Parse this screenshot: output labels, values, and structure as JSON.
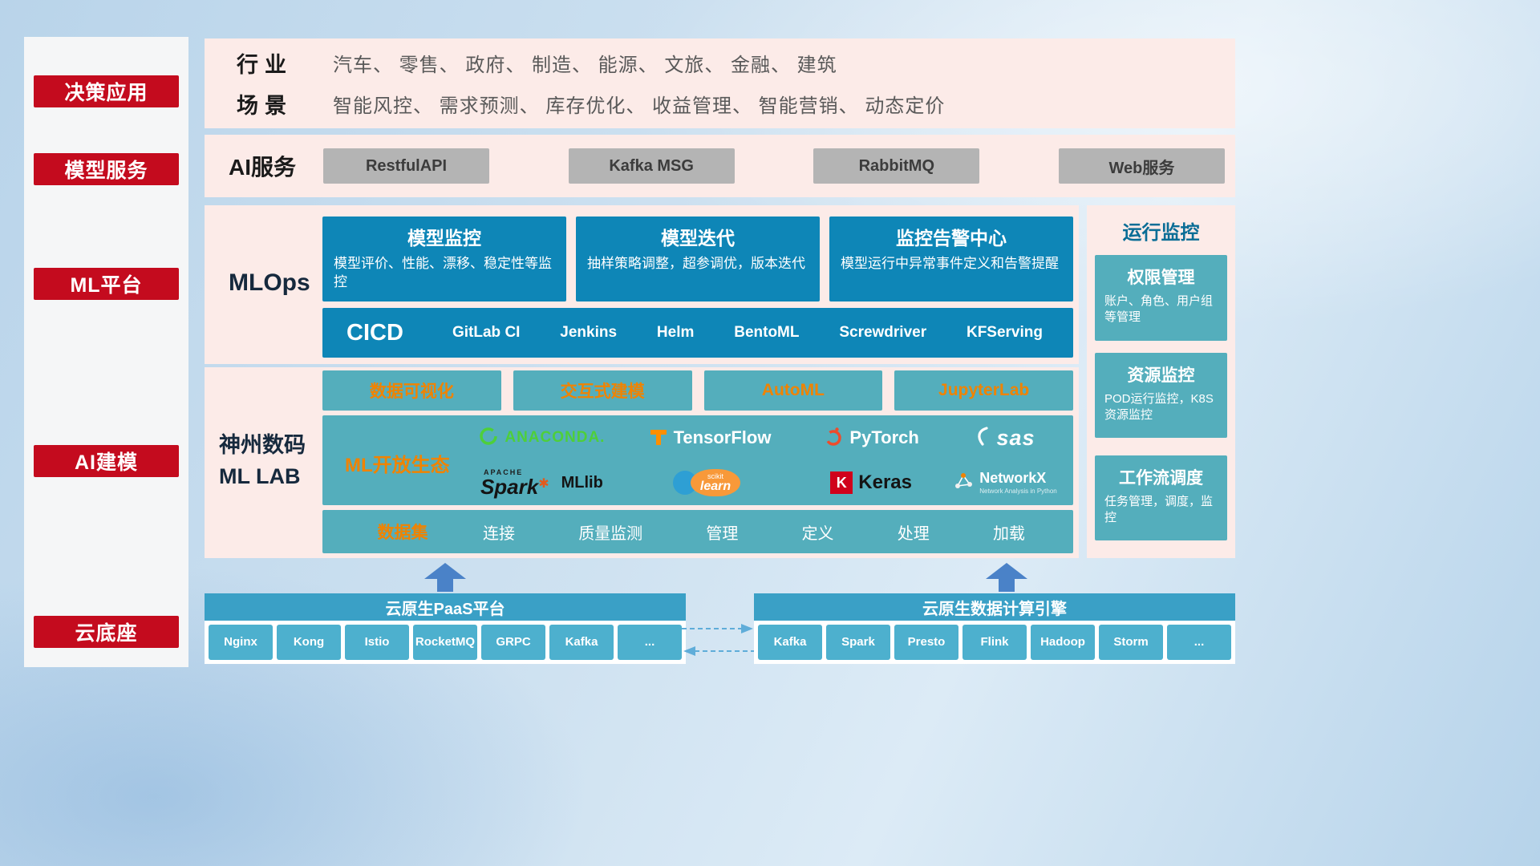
{
  "colors": {
    "accent_red": "#c40b1e",
    "band_pink": "#fcebe8",
    "deep_blue": "#0e86b7",
    "teal": "#54aebc",
    "teal_header": "#3aa0c6",
    "teal_button": "#4db0ce",
    "orange": "#f08300",
    "gray_button": "#b4b4b4",
    "arrow_blue": "#4a82c8"
  },
  "sidebar": {
    "items": [
      {
        "label": "决策应用"
      },
      {
        "label": "模型服务"
      },
      {
        "label": "ML平台"
      },
      {
        "label": "AI建模"
      },
      {
        "label": "云底座"
      }
    ]
  },
  "industry": {
    "row1_label": "行业",
    "row1_text": "汽车、 零售、 政府、 制造、 能源、 文旅、 金融、 建筑",
    "row2_label": "场景",
    "row2_text": "智能风控、 需求预测、 库存优化、 收益管理、 智能营销、 动态定价"
  },
  "ai_service": {
    "label": "AI服务",
    "buttons": [
      "RestfulAPI",
      "Kafka MSG",
      "RabbitMQ",
      "Web服务"
    ]
  },
  "mlops": {
    "label": "MLOps",
    "cards": [
      {
        "title": "模型监控",
        "desc": "模型评价、性能、漂移、稳定性等监控"
      },
      {
        "title": "模型迭代",
        "desc": "抽样策略调整，超参调优，版本迭代"
      },
      {
        "title": "监控告警中心",
        "desc": "模型运行中异常事件定义和告警提醒"
      }
    ],
    "cicd_label": "CICD",
    "cicd_items": [
      "GitLab CI",
      "Jenkins",
      "Helm",
      "BentoML",
      "Screwdriver",
      "KFServing"
    ]
  },
  "mllab": {
    "label_line1": "神州数码",
    "label_line2": "ML LAB",
    "top_buttons": [
      "数据可视化",
      "交互式建模",
      "AutoML",
      "JupyterLab"
    ],
    "eco_label": "ML开放生态",
    "dataset_label": "数据集",
    "dataset_items": [
      "连接",
      "质量监测",
      "管理",
      "定义",
      "处理",
      "加载"
    ],
    "logos": {
      "anaconda": "ANACONDA.",
      "tensorflow": "TensorFlow",
      "pytorch": "PyTorch",
      "sas": "sas",
      "apache": "APACHE",
      "spark": "Spark",
      "spark_star": "✱",
      "mllib": "MLlib",
      "scikit_top": "scikit",
      "scikit_bottom": "learn",
      "keras_k": "K",
      "keras": "Keras",
      "networkx": "NetworkX",
      "networkx_tagline": "Network Analysis in Python"
    }
  },
  "monitor": {
    "title": "运行监控",
    "cards": [
      {
        "title": "权限管理",
        "desc": "账户、角色、用户组等管理"
      },
      {
        "title": "资源监控",
        "desc": "POD运行监控，K8S资源监控"
      },
      {
        "title": "工作流调度",
        "desc": "任务管理，调度，监控"
      }
    ]
  },
  "bottom": {
    "paas_title": "云原生PaaS平台",
    "paas_items": [
      "Nginx",
      "Kong",
      "Istio",
      "RocketMQ",
      "GRPC",
      "Kafka",
      "..."
    ],
    "engine_title": "云原生数据计算引擎",
    "engine_items": [
      "Kafka",
      "Spark",
      "Presto",
      "Flink",
      "Hadoop",
      "Storm",
      "..."
    ]
  }
}
